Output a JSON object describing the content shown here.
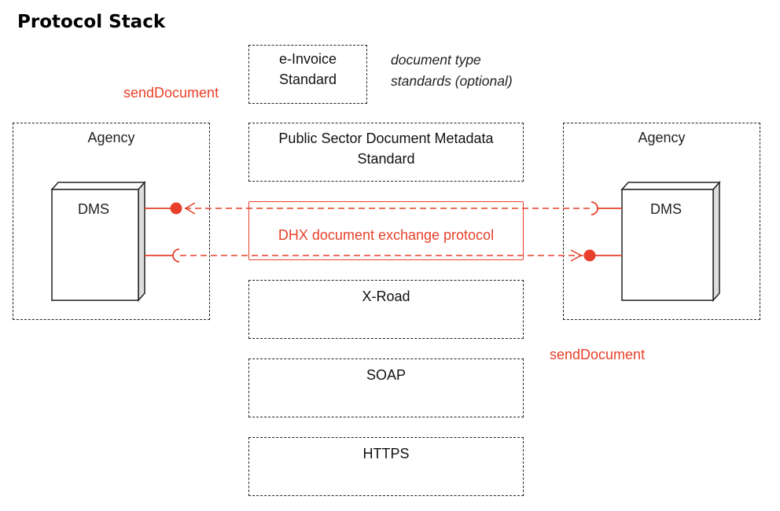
{
  "title": "Protocol Stack",
  "note": {
    "line1": "document type",
    "line2": "standards (optional)"
  },
  "layers": {
    "einvoice": {
      "line1": "e-Invoice",
      "line2": "Standard"
    },
    "metadata": {
      "line1": "Public Sector Document Metadata",
      "line2": "Standard"
    },
    "dhx": "DHX document exchange protocol",
    "xroad": "X-Road",
    "soap": "SOAP",
    "https": "HTTPS"
  },
  "left_agency": {
    "label": "Agency",
    "system": "DMS",
    "operation": "sendDocument"
  },
  "right_agency": {
    "label": "Agency",
    "system": "DMS",
    "operation": "sendDocument"
  },
  "colors": {
    "accent": "#e8402a",
    "line": "#222222"
  }
}
